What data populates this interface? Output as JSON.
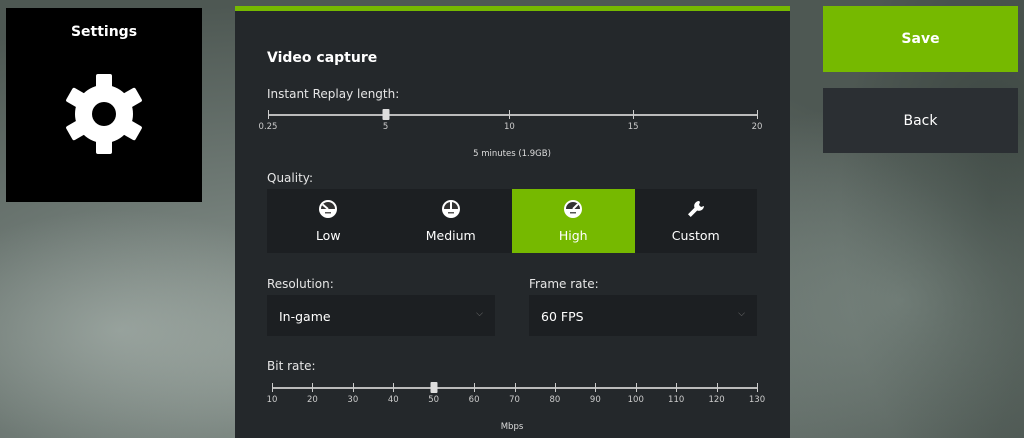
{
  "tile": {
    "title": "Settings",
    "icon": "gear-icon"
  },
  "panel": {
    "heading": "Video capture",
    "replay": {
      "label": "Instant Replay length:",
      "min": 0.25,
      "max": 20,
      "ticks": [
        "0.25",
        "5",
        "10",
        "15",
        "20"
      ],
      "value": 5,
      "caption": "5 minutes (1.9GB)"
    },
    "quality": {
      "label": "Quality:",
      "options": [
        {
          "label": "Low",
          "icon": "gauge-low-icon"
        },
        {
          "label": "Medium",
          "icon": "gauge-medium-icon"
        },
        {
          "label": "High",
          "icon": "gauge-high-icon"
        },
        {
          "label": "Custom",
          "icon": "wrench-icon"
        }
      ],
      "selected": "High"
    },
    "resolution": {
      "label": "Resolution:",
      "value": "In-game"
    },
    "framerate": {
      "label": "Frame rate:",
      "value": "60 FPS"
    },
    "bitrate": {
      "label": "Bit rate:",
      "min": 10,
      "max": 130,
      "ticks": [
        "10",
        "20",
        "30",
        "40",
        "50",
        "60",
        "70",
        "80",
        "90",
        "100",
        "110",
        "120",
        "130"
      ],
      "value": 50,
      "caption": "Mbps"
    }
  },
  "actions": {
    "save": "Save",
    "back": "Back"
  },
  "colors": {
    "accent": "#76b900"
  }
}
